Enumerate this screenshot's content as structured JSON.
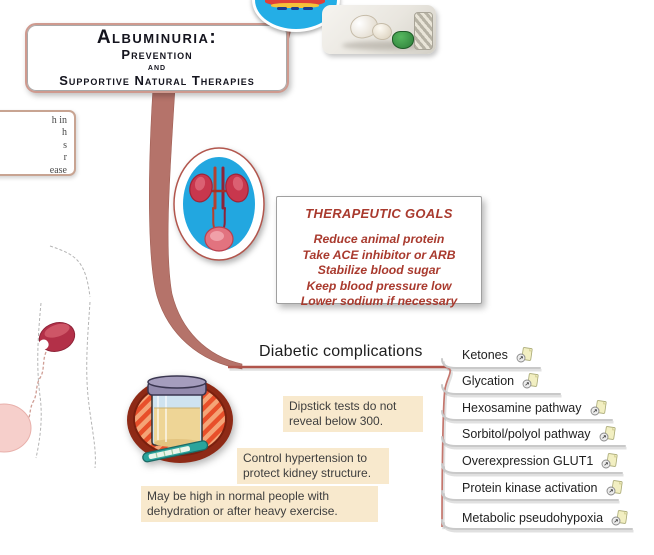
{
  "title": {
    "line1": "Albuminuria:",
    "line2": "Prevention",
    "line3": "and",
    "line4": "Supportive Natural Therapies"
  },
  "clipped_note": {
    "lines": [
      "h in",
      "h",
      "s",
      "r",
      "ease"
    ]
  },
  "goals": {
    "heading": "THERAPEUTIC GOALS",
    "items": [
      "Reduce animal protein",
      "Take ACE inhibitor or ARB",
      "Stabilize blood sugar",
      "Keep blood pressure low",
      "Lower sodium if necessary"
    ]
  },
  "branch": {
    "label": "Diabetic complications"
  },
  "complications": [
    "Ketones",
    "Glycation",
    "Hexosamine pathway",
    "Sorbitol/polyol pathway",
    "Overexpression GLUT1",
    "Protein kinase activation",
    "Metabolic pseudohypoxia"
  ],
  "notes": [
    "Dipstick tests do not reveal below 300.",
    "Control hypertension to protect kidney structure.",
    "May be high in normal people with dehydration or after heavy exercise."
  ],
  "icons": {
    "complication_attachment": "note-attachment-icon"
  },
  "images": {
    "food_oval": "food-pyramid-oval-image",
    "herbs_photo": "garlic-herbs-supplements-photo",
    "kidney_diagram": "urinary-system-kidneys-illustration",
    "urine_jar": "urine-sample-jar-with-dipstick",
    "body_sketch": "torso-outline-with-kidney-sketch"
  },
  "colors": {
    "branch_ribbon": "#b5736a",
    "branch_line": "#b0544b",
    "child_underline": "#c9c9c9",
    "goals_text": "#a93a2e",
    "note_background": "#f8e9cd",
    "oval_blue": "#22a7e0",
    "title_border": "#cf9a8f"
  }
}
